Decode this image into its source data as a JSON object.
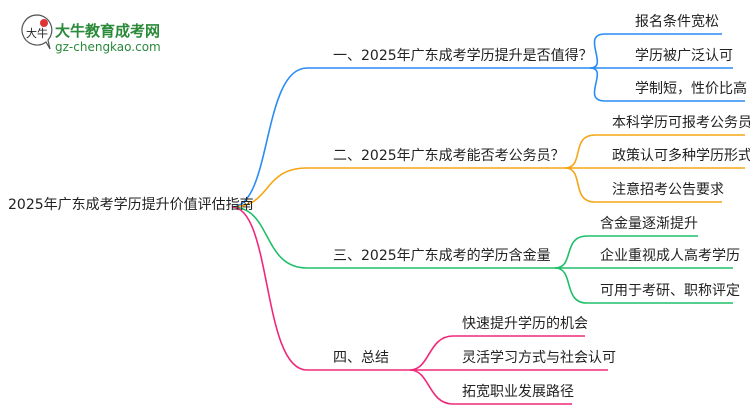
{
  "logo": {
    "title": "大牛教育成考网",
    "url": "gz-chengkao.com",
    "mark": "大牛"
  },
  "root": "2025年广东成考学历提升价值评估指南",
  "branches": [
    {
      "label": "一、2025年广东成考学历提升是否值得？",
      "color": "#2a8cf5",
      "children": [
        "报名条件宽松",
        "学历被广泛认可",
        "学制短，性价比高"
      ]
    },
    {
      "label": "二、2025年广东成考能否考公务员？",
      "color": "#f5a515",
      "children": [
        "本科学历可报考公务员",
        "政策认可多种学历形式",
        "注意招考公告要求"
      ]
    },
    {
      "label": "三、2025年广东成考的学历含金量",
      "color": "#1fbf6a",
      "children": [
        "含金量逐渐提升",
        "企业重视成人高考学历",
        "可用于考研、职称评定"
      ]
    },
    {
      "label": "四、总结",
      "color": "#f0287a",
      "children": [
        "快速提升学历的机会",
        "灵活学习方式与社会认可",
        "拓宽职业发展路径"
      ]
    }
  ]
}
